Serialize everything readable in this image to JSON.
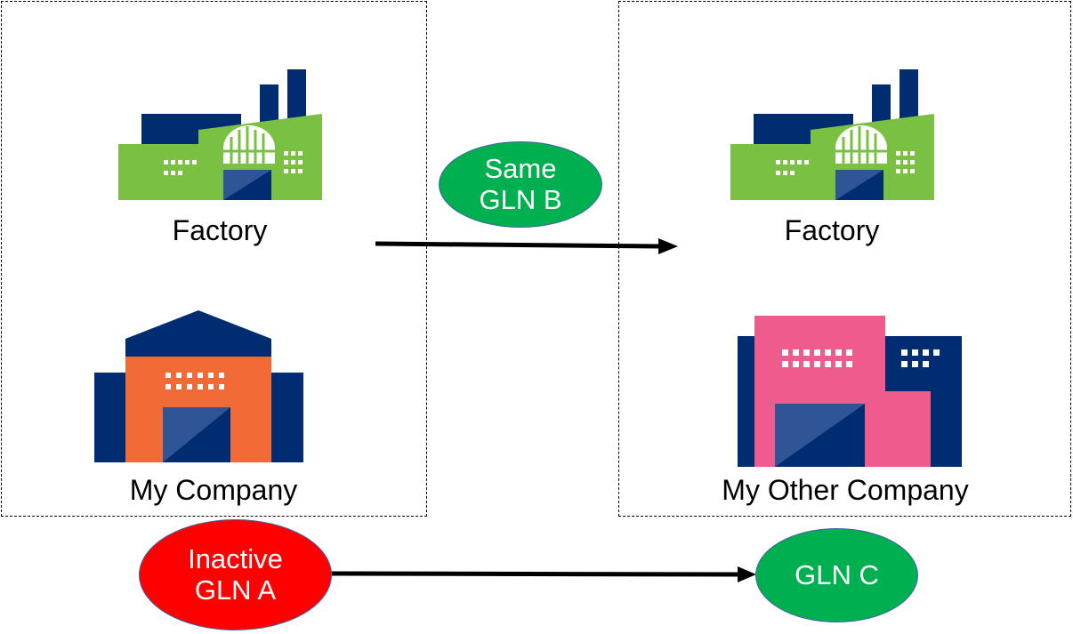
{
  "colors": {
    "navy": "#002d72",
    "green": "#7ac143",
    "orange": "#f26a36",
    "pink": "#ef5b8c",
    "door_blue": "#2f5597",
    "oval_green": "#00b050",
    "oval_red": "#ff0000"
  },
  "left_group": {
    "factory_label": "Factory",
    "company_label": "My Company",
    "factory_icon": "factory-icon",
    "company_icon": "warehouse-icon"
  },
  "right_group": {
    "factory_label": "Factory",
    "company_label": "My Other Company",
    "factory_icon": "factory-icon",
    "company_icon": "office-building-icon"
  },
  "gln_b": {
    "line1": "Same",
    "line2": "GLN B"
  },
  "gln_a": {
    "line1": "Inactive",
    "line2": "GLN A"
  },
  "gln_c": {
    "line1": "GLN C"
  }
}
